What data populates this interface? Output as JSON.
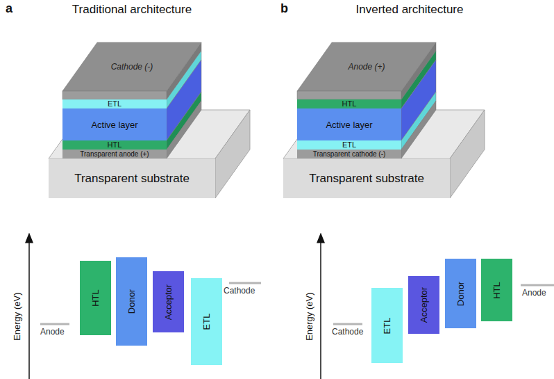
{
  "diagram": {
    "nodes": [
      {
        "text": [
          "Cathode (-)"
        ]
      },
      {
        "text": [
          "ETL"
        ]
      },
      {
        "text": [
          "Active layer"
        ]
      },
      {
        "text": [
          "HTL"
        ]
      },
      {
        "text": [
          "Transparent anode (+)"
        ]
      },
      {
        "text": [
          "Transparent substrate"
        ]
      },
      {
        "text": [
          "HTL"
        ]
      },
      {
        "text": [
          "Donor"
        ]
      },
      {
        "text": [
          "Acceptor"
        ]
      },
      {
        "text": [
          "ETL"
        ]
      },
      {
        "text": [
          "Anode (+)"
        ]
      },
      {
        "text": [
          "HTL"
        ]
      },
      {
        "text": [
          "Active layer"
        ]
      },
      {
        "text": [
          "ETL"
        ]
      },
      {
        "text": [
          "Transparent cathode (-)"
        ]
      },
      {
        "text": [
          "Transparent substrate"
        ]
      },
      {
        "text": [
          "ETL"
        ]
      },
      {
        "text": [
          "Acceptor"
        ]
      },
      {
        "text": [
          "Donor"
        ]
      },
      {
        "text": [
          "HTL"
        ]
      }
    ],
    "labels": [
      "a",
      "Traditional architecture",
      "b",
      "Inverted architecture",
      "Energy (eV)",
      "Anode",
      "Cathode",
      "Energy (eV)",
      "Cathode",
      "Anode"
    ]
  }
}
